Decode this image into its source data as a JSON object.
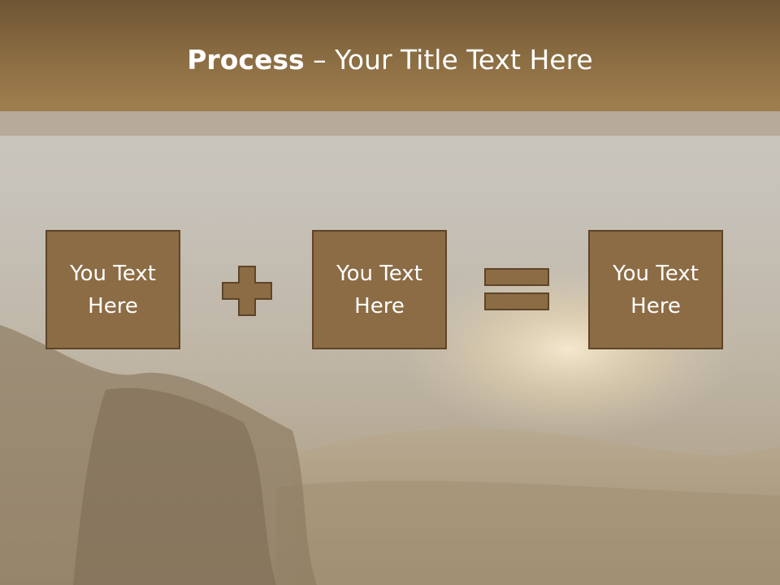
{
  "slide": {
    "title_bold": "Process",
    "title_rest": " – Your Title Text Here",
    "boxes": [
      {
        "line1": "You Text",
        "line2": "Here"
      },
      {
        "line1": "You Text",
        "line2": "Here"
      },
      {
        "line1": "You Text",
        "line2": "Here"
      }
    ],
    "operators": {
      "first": "plus-icon",
      "second": "equals-icon"
    }
  },
  "colors": {
    "header": "#8a6c42",
    "box_fill": "#8c6c45",
    "box_border": "#5e4427",
    "text": "#ffffff"
  }
}
